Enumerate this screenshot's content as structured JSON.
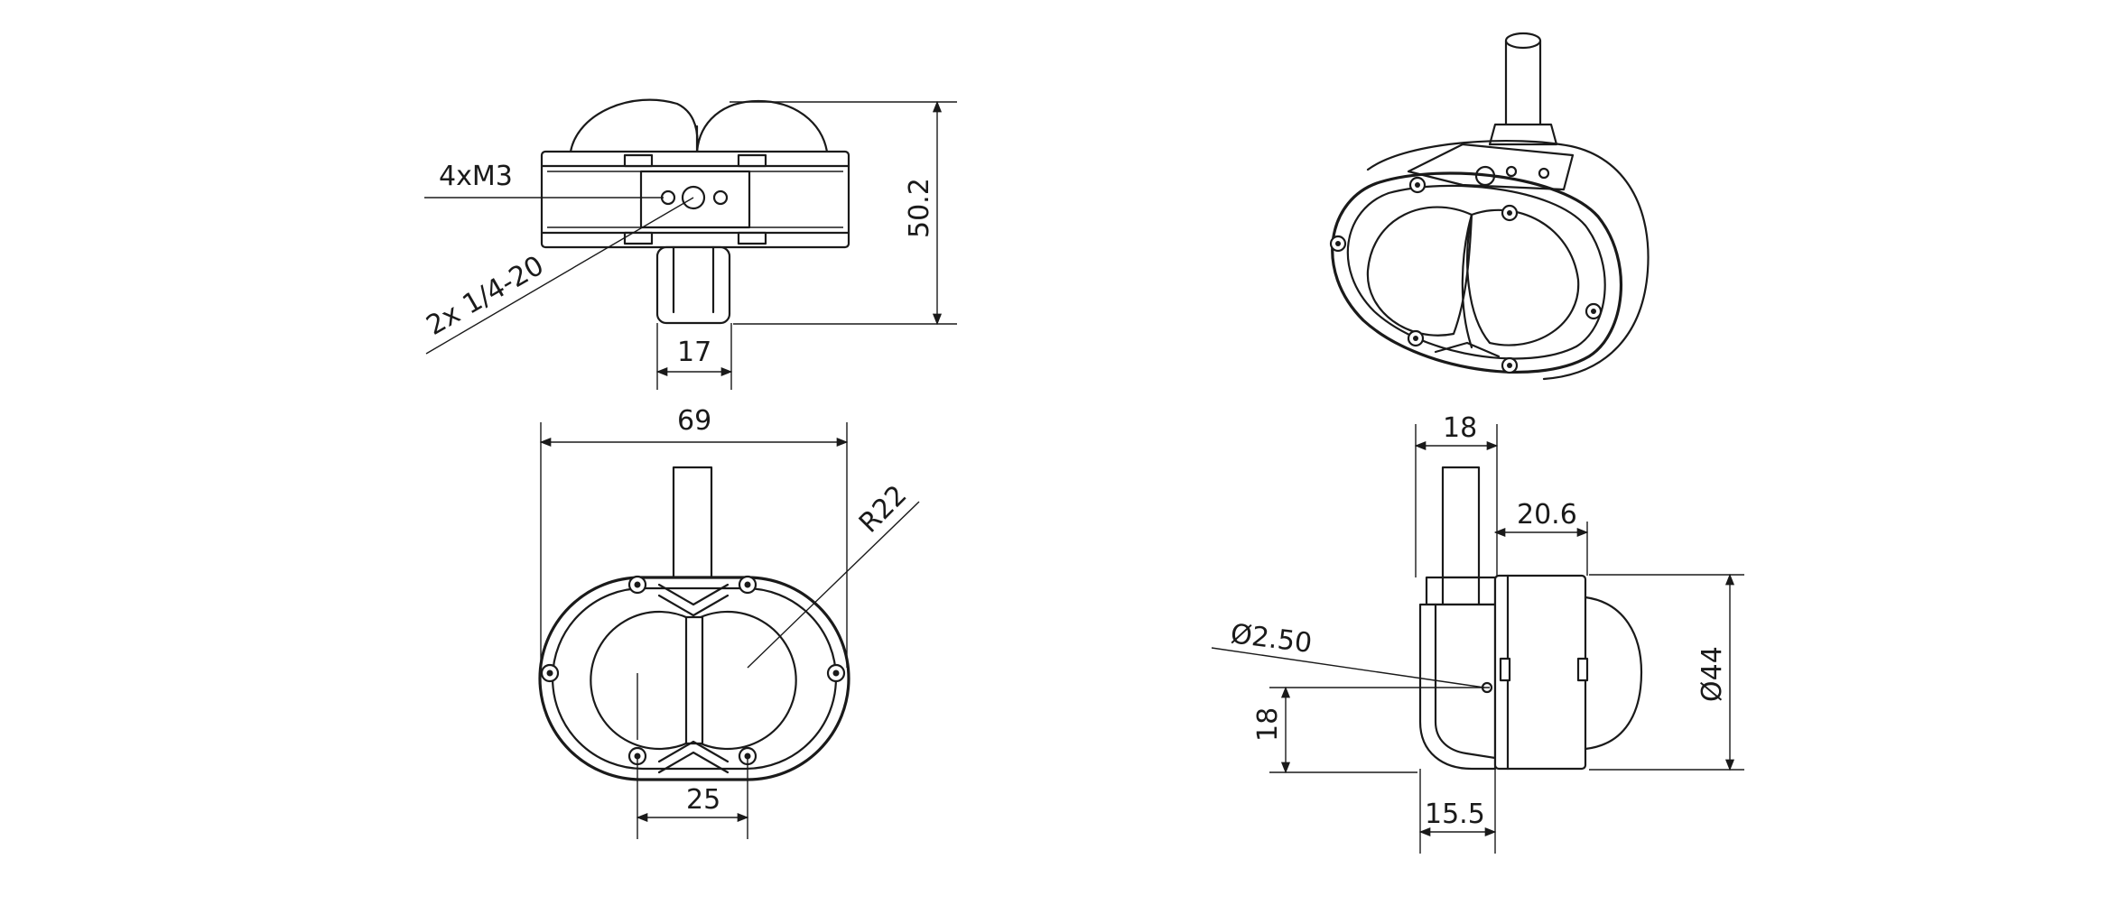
{
  "drawing": {
    "views": [
      "top-view",
      "isometric-view",
      "front-view",
      "side-view"
    ],
    "dimensions": {
      "height_overall": "50.2",
      "shaft_width": "17",
      "thread_callout": "4xM3",
      "mount_callout": "2x 1/4-20",
      "width_overall": "69",
      "radius": "R22",
      "lens_spacing": "25",
      "side_depth": "18",
      "body_depth": "20.6",
      "hole_diameter": "Ø2.50",
      "diameter": "Ø44",
      "hole_height": "18",
      "bracket_depth": "15.5"
    }
  }
}
